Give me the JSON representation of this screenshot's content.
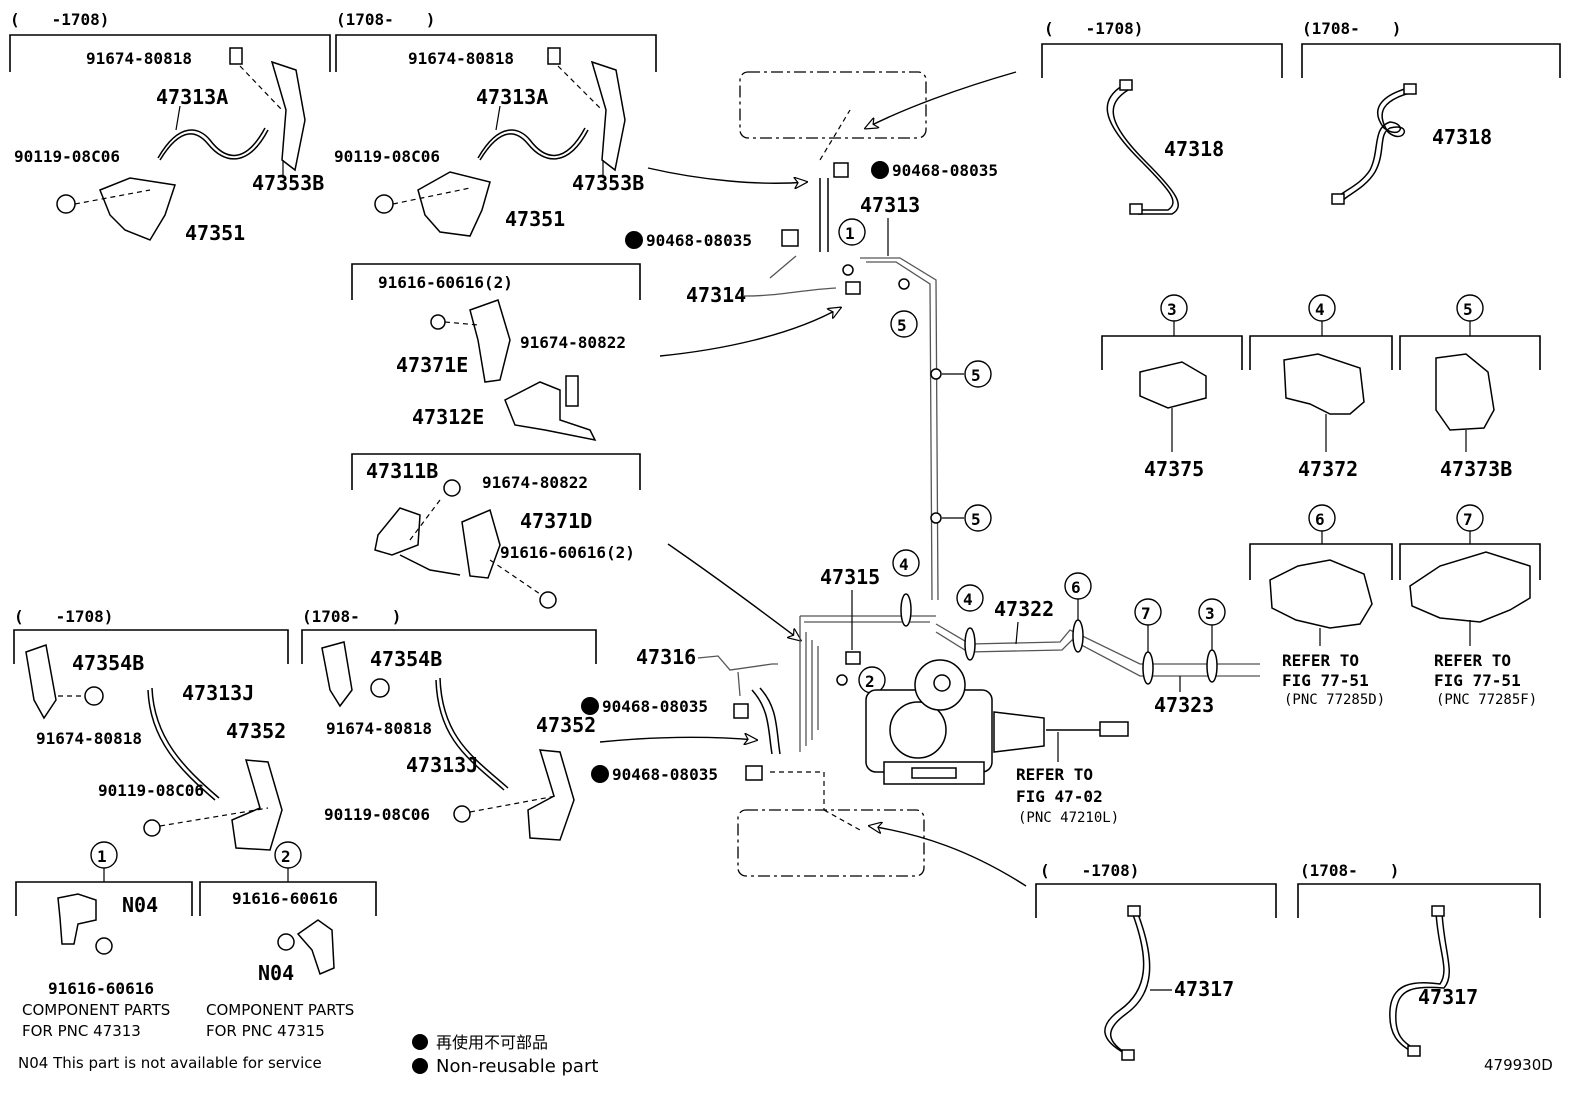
{
  "brackets": {
    "top_left_a": "(　　-1708)",
    "top_left_b": "(1708-　　)",
    "top_right_a": "(　　-1708)",
    "top_right_b": "(1708-　　)",
    "bottom_left_a": "(　　-1708)",
    "bottom_left_b": "(1708-　　)",
    "bottom_right_a": "(　　-1708)",
    "bottom_right_b": "(1708-　　)"
  },
  "callouts": [
    "1",
    "2",
    "3",
    "4",
    "5",
    "6",
    "7"
  ],
  "parts": {
    "p91674_80818": "91674-80818",
    "p47313A": "47313A",
    "p90119_08C06": "90119-08C06",
    "p47353B": "47353B",
    "p47351": "47351",
    "p91616_60616_2": "91616-60616(2)",
    "p91674_80822": "91674-80822",
    "p47371E": "47371E",
    "p47312E": "47312E",
    "p47311B": "47311B",
    "p47371D": "47371D",
    "p47354B": "47354B",
    "p47313J": "47313J",
    "p47352": "47352",
    "pN04": "N04",
    "p91616_60616": "91616-60616",
    "p90468_08035": "90468-08035",
    "p47313": "47313",
    "p47314": "47314",
    "p47315": "47315",
    "p47316": "47316",
    "p47322": "47322",
    "p47323": "47323",
    "p47318": "47318",
    "p47317": "47317",
    "p47375": "47375",
    "p47372": "47372",
    "p47373B": "47373B"
  },
  "refers": {
    "fig_77_51_d": [
      "REFER TO",
      "FIG 77-51",
      "(PNC 77285D)"
    ],
    "fig_77_51_f": [
      "REFER TO",
      "FIG 77-51",
      "(PNC 77285F)"
    ],
    "fig_47_02": [
      "REFER TO",
      "FIG 47-02",
      "(PNC 47210L)"
    ]
  },
  "notes": {
    "component_47313": [
      "COMPONENT PARTS",
      "FOR PNC 47313"
    ],
    "component_47315": [
      "COMPONENT PARTS",
      "FOR PNC 47315"
    ],
    "n04_note": "N04 This part is not available for service",
    "legend_jp": "再使用不可部品",
    "legend_en": "Non-reusable part",
    "figure_id": "479930D"
  }
}
